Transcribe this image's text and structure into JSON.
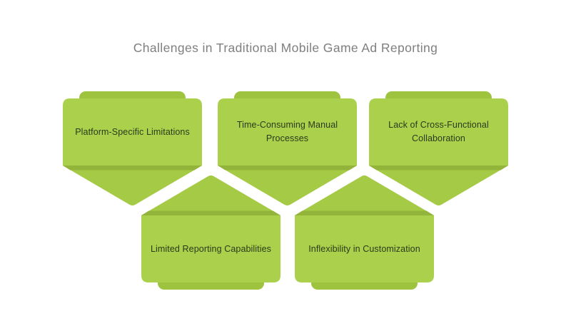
{
  "title": "Challenges in Traditional Mobile Game Ad Reporting",
  "colors": {
    "background": "#ffffff",
    "title": "#7f7f7f",
    "text": "#2b3a1a",
    "body": "#abd14c",
    "triangle": "#a5ca45",
    "fold": "#92b43a",
    "tab": "#9ec33f"
  },
  "cards": [
    {
      "id": "platform-specific-limitations",
      "label": "Platform-Specific Limitations",
      "direction": "down"
    },
    {
      "id": "time-consuming-manual-processes",
      "label": "Time-Consuming Manual Processes",
      "direction": "down"
    },
    {
      "id": "lack-of-cross-functional-collaboration",
      "label": "Lack of Cross-Functional Collaboration",
      "direction": "down"
    },
    {
      "id": "limited-reporting-capabilities",
      "label": "Limited Reporting Capabilities",
      "direction": "up"
    },
    {
      "id": "inflexibility-in-customization",
      "label": "Inflexibility in Customization",
      "direction": "up"
    }
  ]
}
